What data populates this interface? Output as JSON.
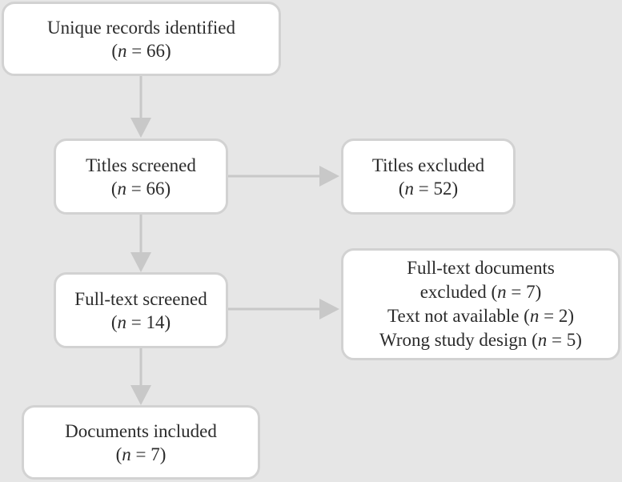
{
  "boxes": {
    "unique_records": {
      "label": "Unique records identified",
      "count_prefix": "(",
      "count_var": "n",
      "count_rest": " = 66)"
    },
    "titles_screened": {
      "label": "Titles screened",
      "count_prefix": "(",
      "count_var": "n",
      "count_rest": " = 66)"
    },
    "titles_excluded": {
      "label": "Titles excluded",
      "count_prefix": "(",
      "count_var": "n",
      "count_rest": " = 52)"
    },
    "fulltext_screened": {
      "label": "Full-text screened",
      "count_prefix": "(",
      "count_var": "n",
      "count_rest": " = 14)"
    },
    "fulltext_excluded": {
      "label": "Full-text documents",
      "line2_prefix": "excluded (",
      "line2_var": "n",
      "line2_rest": " = 7)",
      "line3_prefix": "Text not available (",
      "line3_var": "n",
      "line3_rest": " = 2)",
      "line4_prefix": "Wrong study design (",
      "line4_var": "n",
      "line4_rest": " = 5)"
    },
    "documents_included": {
      "label": "Documents included",
      "count_prefix": "(",
      "count_var": "n",
      "count_rest": " = 7)"
    }
  },
  "colors": {
    "background": "#e6e6e6",
    "box_fill": "#ffffff",
    "box_border": "#d2d2d2",
    "arrow": "#c8c8c8",
    "text": "#2b2b2b"
  }
}
